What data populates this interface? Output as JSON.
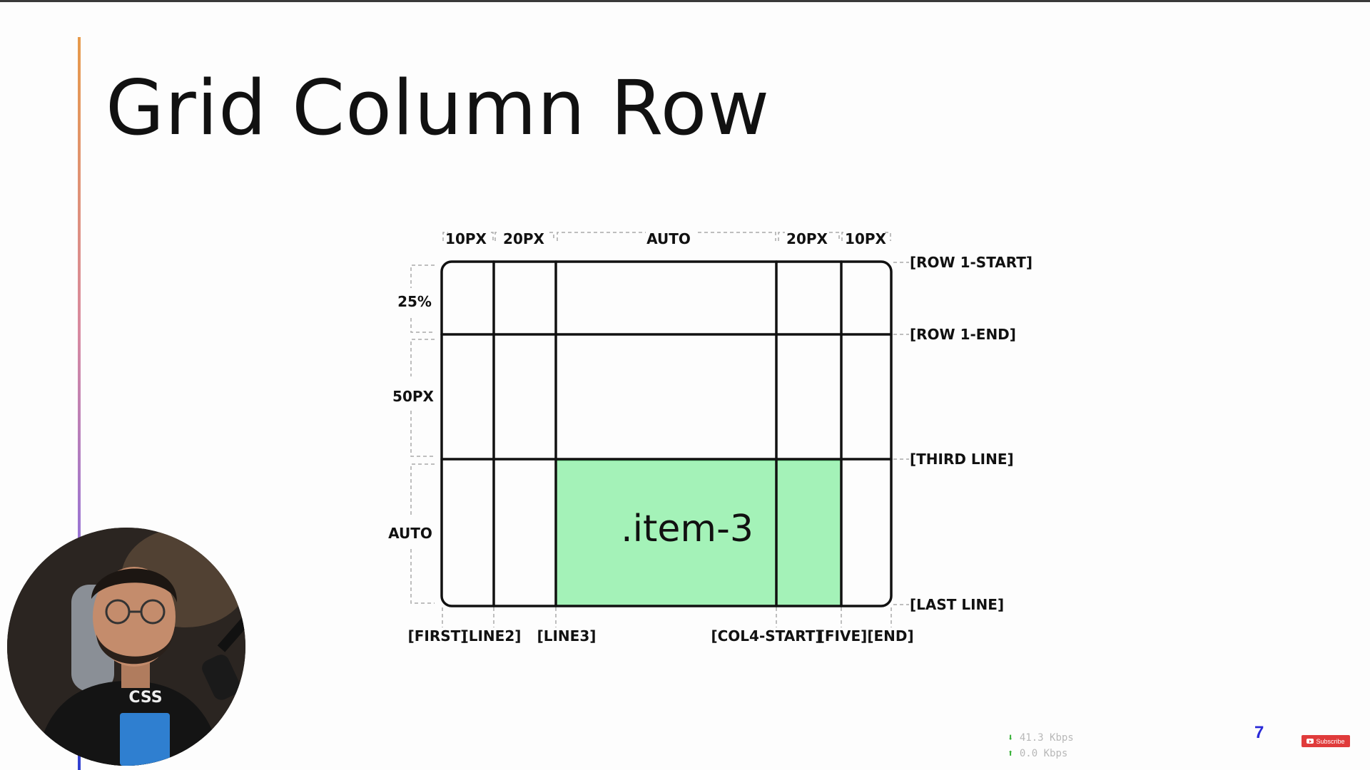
{
  "slide": {
    "title": "Grid Column Row",
    "page_number": "7"
  },
  "diagram": {
    "column_sizes": [
      "10PX",
      "20PX",
      "AUTO",
      "20PX",
      "10PX"
    ],
    "row_sizes": [
      "25%",
      "50PX",
      "AUTO"
    ],
    "row_line_names": [
      "[ROW 1-START]",
      "[ROW 1-END]",
      "[THIRD LINE]",
      "[LAST LINE]"
    ],
    "column_line_names": [
      "[FIRST]",
      "[LINE2]",
      "[LINE3]",
      "[COL4-START]",
      "[FIVE]",
      "[END]"
    ],
    "item_label": ".item-3",
    "item_color": "#a4f2b8",
    "item_border_color": "#5cc47a"
  },
  "overlay": {
    "net_down": "41.3 Kbps",
    "net_up": "0.0 Kbps",
    "subscribe_label": "Subscribe",
    "accent_color": "#e03b3b",
    "slide_number_color": "#2a2ad8"
  }
}
